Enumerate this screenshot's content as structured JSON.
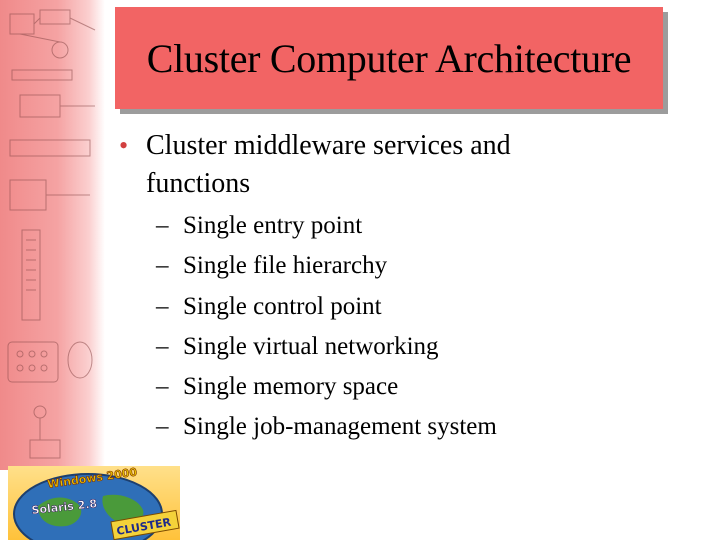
{
  "slide": {
    "title": "Cluster Computer Architecture",
    "bullet": "Cluster middleware services and functions",
    "sub_dash": "–",
    "sub_items": [
      "Single entry point",
      "Single file hierarchy",
      "Single control point",
      "Single virtual networking",
      "Single memory space",
      "Single job-management system"
    ]
  },
  "logo": {
    "line1": "Windows 2000",
    "line2": "Solaris 2.8",
    "badge": "CLUSTER"
  },
  "colors": {
    "title_fill": "#f26464",
    "title_shadow": "#9c9c9c",
    "bullet_color": "#d24040",
    "strip_color": "#f08a8a"
  }
}
